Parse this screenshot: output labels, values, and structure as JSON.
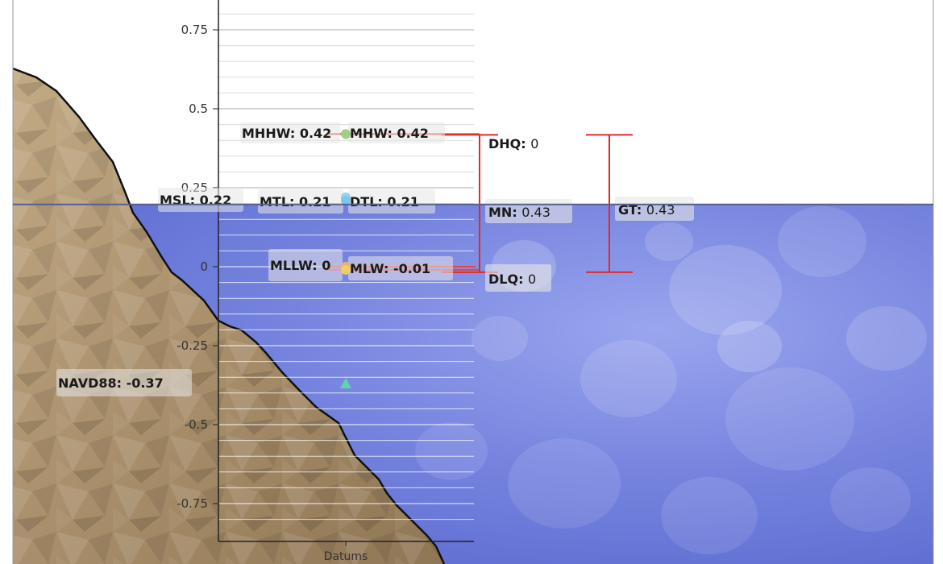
{
  "colors": {
    "water": "#6878dc",
    "land": "#b39a78",
    "shore_line": "#111111",
    "datum_line": "#e8453c",
    "range_bar": "#e02a2a",
    "label_box": "#e6e6e6"
  },
  "chart_data": {
    "type": "scatter",
    "xlabel": "Datums",
    "ylabel": "",
    "ylim": [
      -0.87,
      0.87
    ],
    "grid": true,
    "yticks": [
      0.75,
      0.5,
      0.25,
      0,
      -0.25,
      -0.5,
      -0.75
    ],
    "ytick_labels": [
      "0.75",
      "0.5",
      "0.25",
      "0",
      "-0.25",
      "-0.5",
      "-0.75"
    ],
    "water_surface": 0.197,
    "points": [
      {
        "name": "MHHW",
        "value": 0.42,
        "label": "MHHW: 0.42",
        "color": "#55b05a",
        "shape": "circle"
      },
      {
        "name": "MHW",
        "value": 0.42,
        "label": "MHW: 0.42",
        "color": "#a8d08d",
        "shape": "circle"
      },
      {
        "name": "MSL",
        "value": 0.22,
        "label": "MSL: 0.22",
        "color": "#8fd0f0",
        "shape": "circle"
      },
      {
        "name": "MTL",
        "value": 0.21,
        "label": "MTL: 0.21",
        "color": "#f2c94c",
        "shape": "circle"
      },
      {
        "name": "DTL",
        "value": 0.21,
        "label": "DTL: 0.21",
        "color": "#6ec6ff",
        "shape": "circle"
      },
      {
        "name": "MLLW",
        "value": 0,
        "label": "MLLW: 0",
        "color": "#f7b267",
        "shape": "circle"
      },
      {
        "name": "MLW",
        "value": -0.01,
        "label": "MLW: -0.01",
        "color": "#f4d35e",
        "shape": "circle"
      },
      {
        "name": "NAVD88",
        "value": -0.37,
        "label": "NAVD88: -0.37",
        "color": "#5fd3b0",
        "shape": "triangle"
      }
    ],
    "ranges": [
      {
        "name": "DHQ",
        "label": "DHQ:",
        "value": "0"
      },
      {
        "name": "MN",
        "label": "MN:",
        "value": "0.43"
      },
      {
        "name": "DLQ",
        "label": "DLQ:",
        "value": "0"
      },
      {
        "name": "GT",
        "label": "GT:",
        "value": "0.43"
      }
    ]
  }
}
